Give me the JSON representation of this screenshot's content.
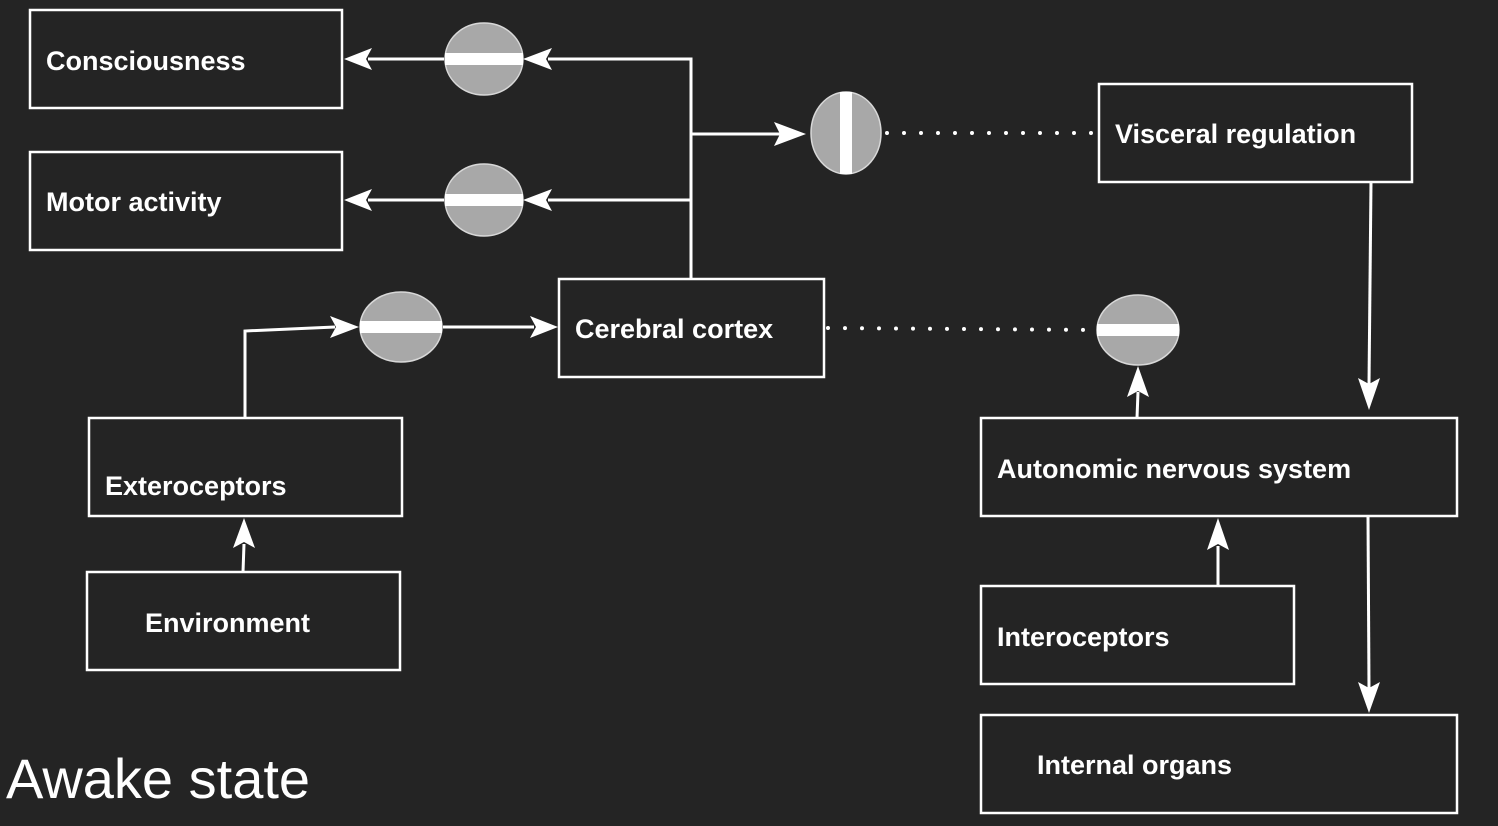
{
  "diagram": {
    "caption": "Awake state",
    "boxes": {
      "consciousness": "Consciousness",
      "motor_activity": "Motor activity",
      "cerebral_cortex": "Cerebral cortex",
      "exteroceptors": "Exteroceptors",
      "environment": "Environment",
      "visceral_regulation": "Visceral regulation",
      "autonomic_nervous_system": "Autonomic nervous system",
      "interoceptors": "Interoceptors",
      "internal_organs": "Internal organs"
    }
  },
  "colors": {
    "background": "#242424",
    "foreground": "#ffffff",
    "gate_fill": "#a8a8a8"
  }
}
